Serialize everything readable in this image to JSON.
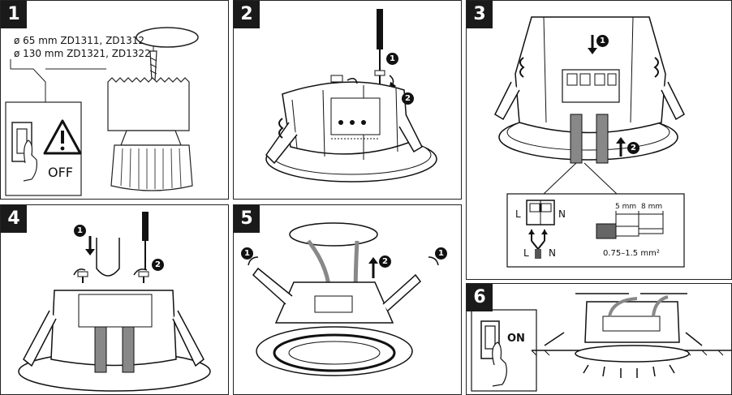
{
  "steps": [
    {
      "number": "1",
      "size_line_1": "ø 65 mm ZD1311, ZD1312",
      "size_line_2": "ø 130 mm ZD1321, ZD1322",
      "switch_label": "OFF"
    },
    {
      "number": "2",
      "markers": [
        "1",
        "2"
      ]
    },
    {
      "number": "3",
      "markers": [
        "1",
        "2"
      ],
      "terminal_left": "L",
      "terminal_right": "N",
      "wire_left": "L",
      "wire_right": "N",
      "strip_1": "5 mm",
      "strip_2": "8 mm",
      "wire_gauge": "0.75–1.5 mm²"
    },
    {
      "number": "4",
      "markers": [
        "1",
        "2"
      ]
    },
    {
      "number": "5",
      "markers": [
        "1",
        "2",
        "1"
      ]
    },
    {
      "number": "6",
      "switch_label": "ON"
    }
  ],
  "icons": [
    "warning-icon",
    "power-switch-icon",
    "screwdriver-icon",
    "rotate-arrow-icon",
    "finger-press-icon"
  ]
}
